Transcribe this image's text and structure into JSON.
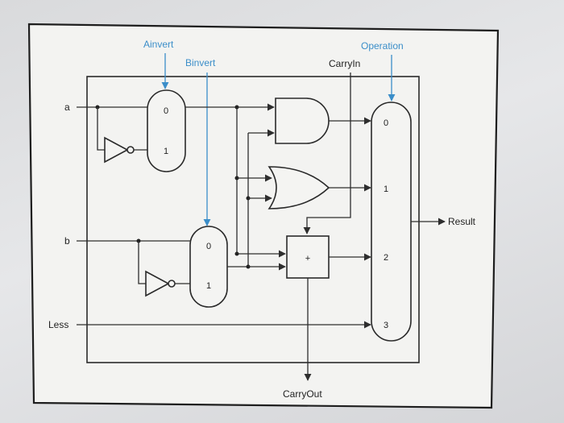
{
  "labels": {
    "ainvert": "Ainvert",
    "binvert": "Binvert",
    "carryin": "CarryIn",
    "operation": "Operation",
    "a": "a",
    "b": "b",
    "less": "Less",
    "result": "Result",
    "carryout": "CarryOut",
    "adder": "+"
  },
  "mux_a_inputs": [
    "0",
    "1"
  ],
  "mux_b_inputs": [
    "0",
    "1"
  ],
  "mux_op_inputs": [
    "0",
    "1",
    "2",
    "3"
  ],
  "colors": {
    "control_signal": "#3b8ec9",
    "wire": "#2e2e2e",
    "paper": "#f4f4f2"
  }
}
